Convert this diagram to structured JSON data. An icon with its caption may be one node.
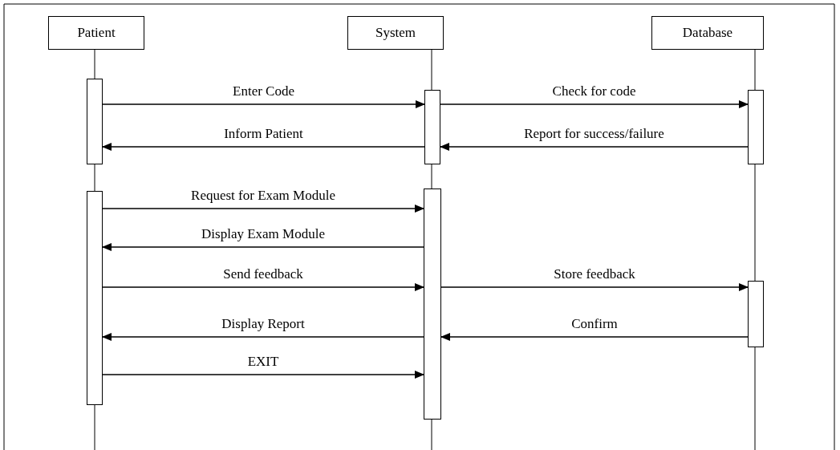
{
  "diagram": {
    "nodes": [
      {
        "text": [
          "Patient"
        ]
      },
      {
        "text": [
          "System"
        ]
      },
      {
        "text": [
          "Database"
        ]
      },
      {
        "text": [],
        "shape": "bar"
      },
      {
        "text": [],
        "shape": "bar"
      },
      {
        "text": [],
        "shape": "bar"
      },
      {
        "text": [],
        "shape": "bar"
      },
      {
        "text": [],
        "shape": "bar"
      },
      {
        "text": [],
        "shape": "bar"
      }
    ],
    "edges": [
      {
        "from": 3,
        "to": 5,
        "arrow": "to",
        "label": "Enter Code"
      },
      {
        "from": 5,
        "to": 7,
        "arrow": "to",
        "label": "Check for code"
      },
      {
        "from": 5,
        "to": 3,
        "arrow": "to",
        "label": "Inform Patient"
      },
      {
        "from": 7,
        "to": 5,
        "arrow": "to",
        "label": "Report for success/failure"
      },
      {
        "from": 4,
        "to": 6,
        "arrow": "to",
        "label": "Request for Exam Module"
      },
      {
        "from": 6,
        "to": 4,
        "arrow": "to",
        "label": "Display Exam Module"
      },
      {
        "from": 4,
        "to": 6,
        "arrow": "to",
        "label": "Send feedback"
      },
      {
        "from": 6,
        "to": 8,
        "arrow": "to",
        "label": "Store feedback"
      },
      {
        "from": 6,
        "to": 4,
        "arrow": "to",
        "label": "Display Report"
      },
      {
        "from": 8,
        "to": 6,
        "arrow": "to",
        "label": "Confirm"
      },
      {
        "from": 4,
        "to": 6,
        "arrow": "to",
        "label": "EXIT"
      }
    ]
  }
}
